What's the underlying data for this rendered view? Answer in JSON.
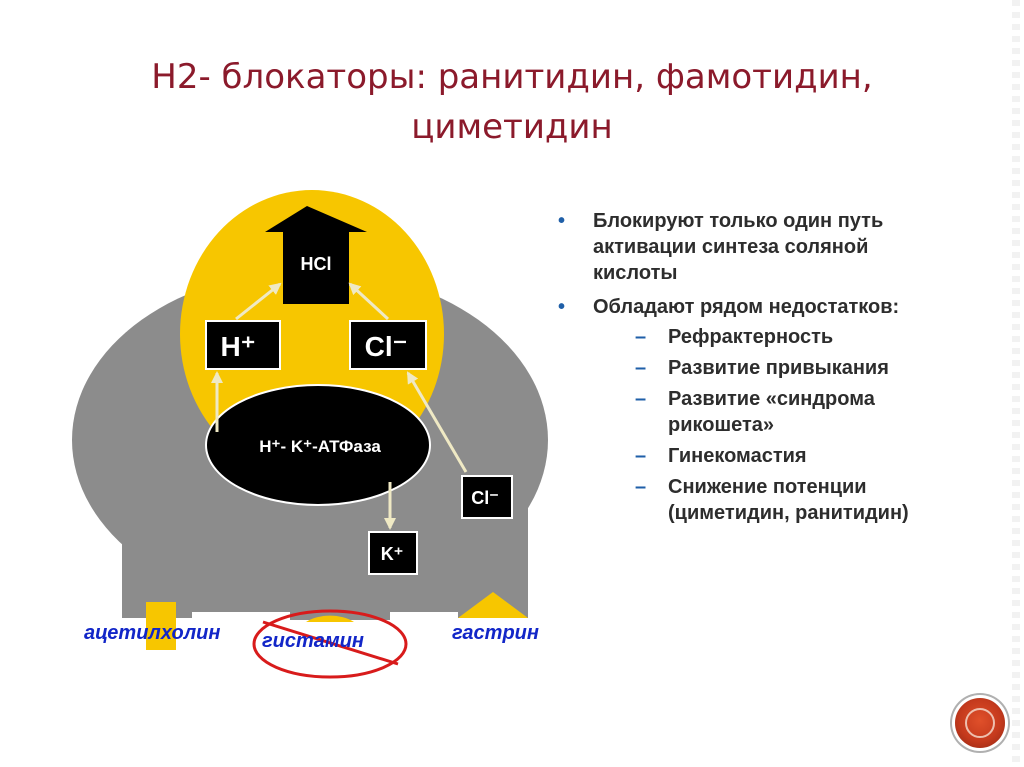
{
  "title": {
    "line1": "Н2- блокаторы: ранитидин, фамотидин,",
    "line2": "циметидин"
  },
  "diagram": {
    "hcl": "HCl",
    "h_plus": "H⁺",
    "cl_minus_top": "Cl⁻",
    "atpase": "H⁺- K⁺-АТФаза",
    "cl_minus_in": "Cl⁻",
    "k_plus": "K⁺",
    "receptors": {
      "acetylcholine": "ацетилхолин",
      "histamine": "гистамин",
      "gastrin": "гастрин"
    },
    "colors": {
      "cell": "#8c8c8c",
      "secretory_zone": "#f7c600",
      "dark_box": "#000000",
      "arrow": "#efe9c4",
      "cross_out": "#d81b1b"
    }
  },
  "bullets": [
    {
      "text": "Блокируют только один путь активации синтеза соляной кислоты"
    },
    {
      "text": "Обладают рядом недостатков:",
      "subs": [
        "Рефрактерность",
        "Развитие привыкания",
        "Развитие «синдрома рикошета»",
        "Гинекомастия",
        "Снижение потенции (циметидин, ранитидин)"
      ]
    }
  ]
}
